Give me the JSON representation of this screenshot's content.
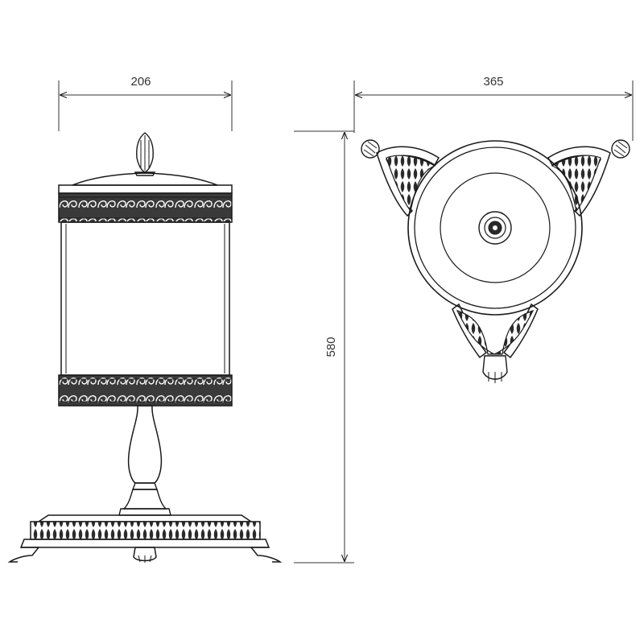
{
  "dimensions": {
    "front_width": "206",
    "top_width": "365",
    "height": "580"
  },
  "colors": {
    "line": "#1a1a1a",
    "ornament": "#2b2b2b",
    "background": "#ffffff"
  }
}
